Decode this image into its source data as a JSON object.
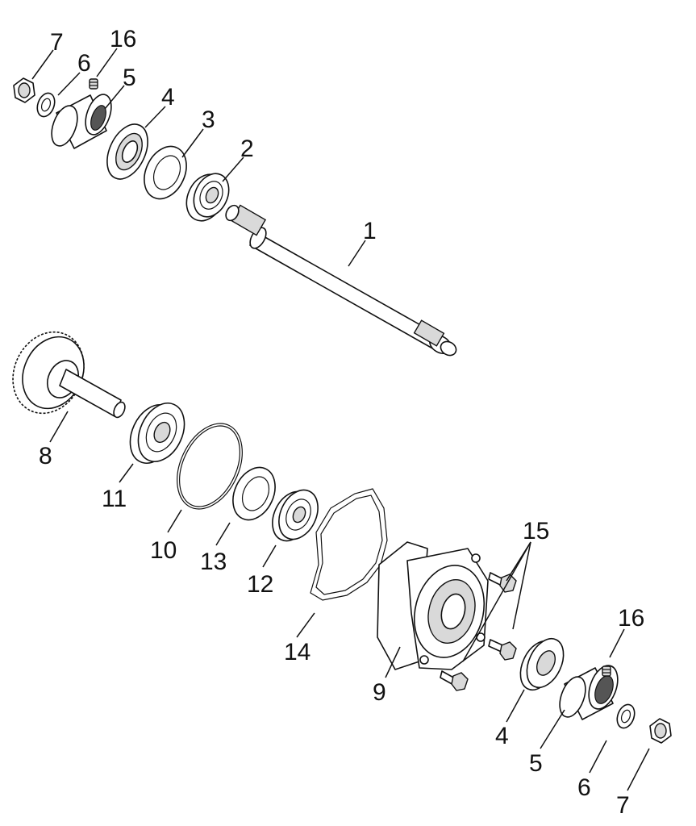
{
  "callouts": {
    "c1": "1",
    "c2": "2",
    "c3": "3",
    "c4a": "4",
    "c5a": "5",
    "c6a": "6",
    "c7a": "7",
    "c16a": "16",
    "c8": "8",
    "c11": "11",
    "c10": "10",
    "c13": "13",
    "c12": "12",
    "c14": "14",
    "c9": "9",
    "c15": "15",
    "c4b": "4",
    "c5b": "5",
    "c6b": "6",
    "c7b": "7",
    "c16b": "16"
  }
}
